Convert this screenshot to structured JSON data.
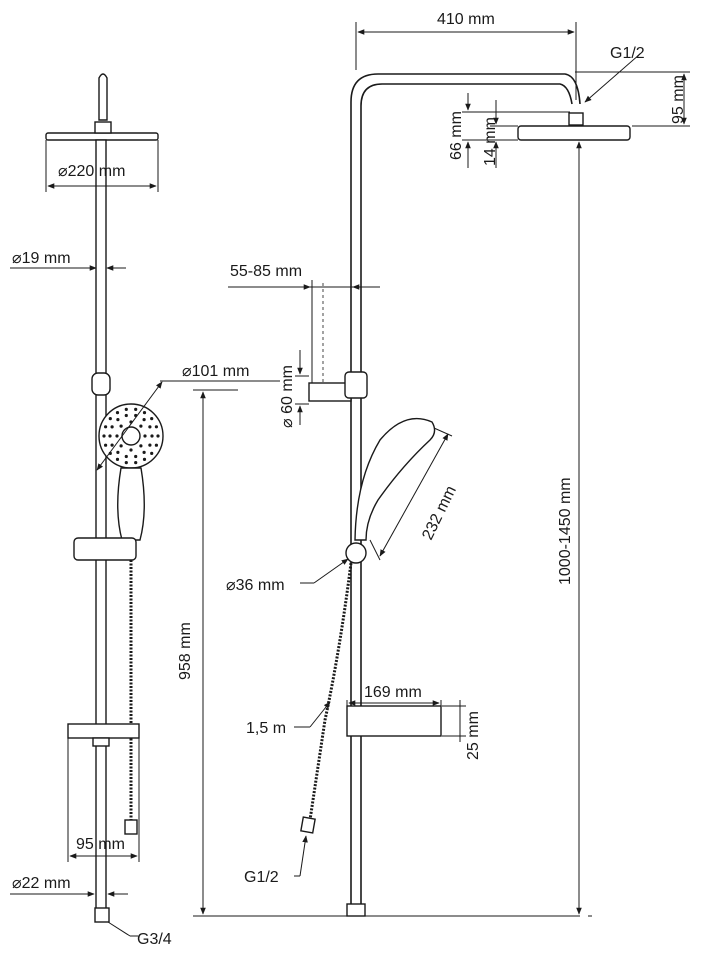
{
  "dimensions": {
    "top_width": "410 mm",
    "inlet_head": "G1/2",
    "arm_drop": "95 mm",
    "head_height": "66 mm",
    "head_thickness": "14 mm",
    "head_diameter": "⌀220 mm",
    "rail_diameter": "⌀19 mm",
    "holder_reach": "55-85 mm",
    "holder_diameter": "⌀ 60 mm",
    "handshower_diameter": "⌀101 mm",
    "handshower_length": "232 mm",
    "rail_height": "1000-1450 mm",
    "diverter_diameter": "⌀36 mm",
    "overall_height": "958 mm",
    "shelf_depth": "169 mm",
    "hose_length": "1,5 m",
    "shelf_height": "25 mm",
    "inlet_hose": "G1/2",
    "shelf_width": "95 mm",
    "pipe_diameter": "⌀22 mm",
    "inlet_main": "G3/4"
  },
  "colors": {
    "line": "#1a1a1a",
    "background": "#ffffff"
  }
}
